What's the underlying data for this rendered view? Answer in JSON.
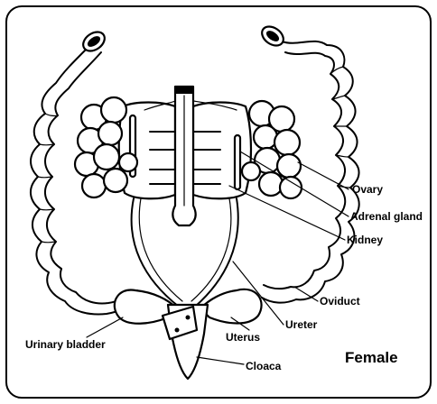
{
  "labels": {
    "ovary": "Ovary",
    "adrenal_gland": "Adrenal gland",
    "kidney": "Kidney",
    "oviduct": "Oviduct",
    "ureter": "Ureter",
    "uterus": "Uterus",
    "urinary_bladder": "Urinary bladder",
    "cloaca": "Cloaca"
  },
  "title": "Female",
  "colors": {
    "ink": "#000000",
    "fill": "#ffffff"
  }
}
